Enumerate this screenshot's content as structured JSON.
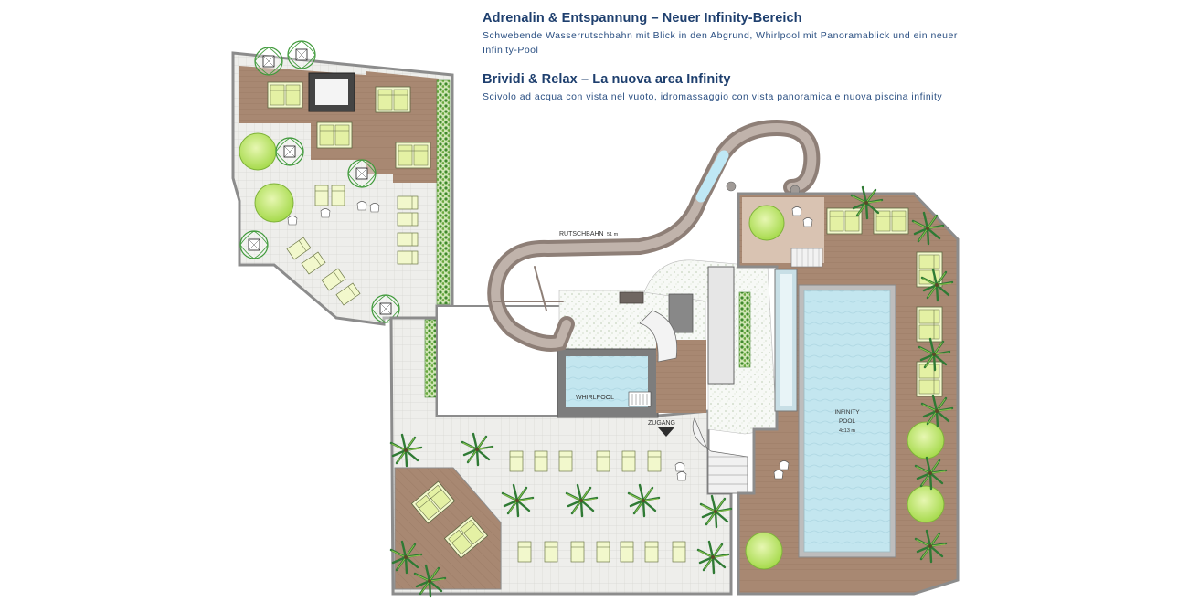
{
  "heading_de": "Adrenalin & Entspannung – Neuer Infinity-Bereich",
  "text_de": "Schwebende Wasserrutschbahn mit Blick in den Abgrund, Whirlpool mit Panoramablick und ein neuer Infinity-Pool",
  "heading_it": "Brividi & Relax – La nuova area Infinity",
  "text_it": "Scivolo ad acqua con vista nel vuoto, idromassaggio con vista panoramica e nuova piscina infinity",
  "labels": {
    "slide": "RUTSCHBAHN",
    "slide_length": "51 m",
    "whirlpool": "WHIRLPOOL",
    "entrance": "ZUGANG",
    "pool_line1": "INFINITY",
    "pool_line2": "POOL",
    "pool_size": "4x13 m"
  },
  "colors": {
    "heading": "#1e3f6e",
    "deck": "#a98a73",
    "tile": "#ecece9",
    "wall": "#9a9a9a",
    "pool_water": "#bfe4ee",
    "lounger": "#f0f7c4",
    "green": "#8ec63f"
  }
}
